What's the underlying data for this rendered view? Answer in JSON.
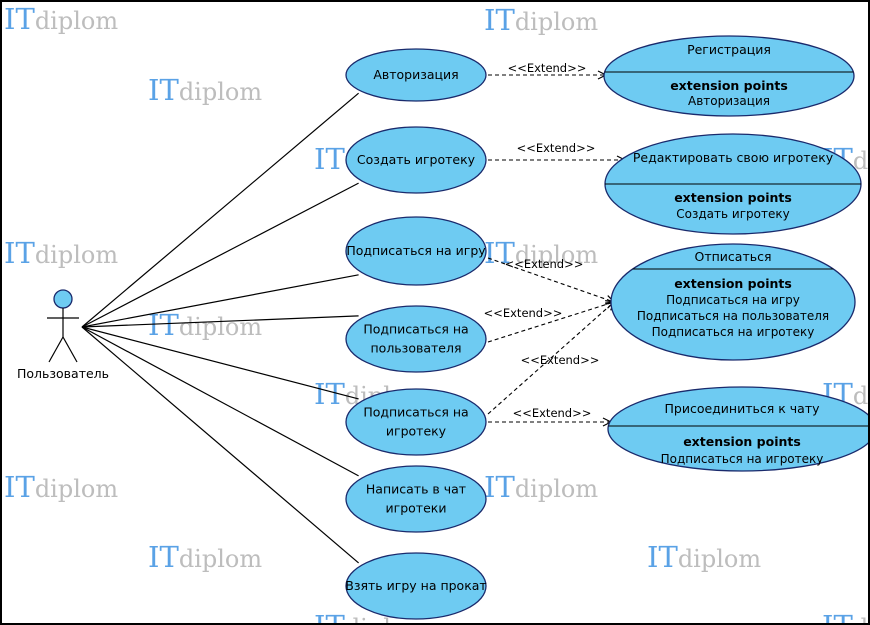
{
  "colors": {
    "usecase_fill": "#6ecbf2",
    "outline": "#1a2a6c",
    "line": "#000000",
    "watermark_it": "#5aa2e6",
    "watermark_text": "#bdbdbd",
    "background": "#ffffff"
  },
  "watermark": {
    "it": "IT",
    "rest": "diplom"
  },
  "actor": {
    "name": "Пользователь"
  },
  "use_cases": [
    {
      "id": "auth",
      "lines": [
        "Авторизация"
      ]
    },
    {
      "id": "create",
      "lines": [
        "Создать игротеку"
      ]
    },
    {
      "id": "sub_game",
      "lines": [
        "Подписаться на игру"
      ]
    },
    {
      "id": "sub_user",
      "lines": [
        "Подписаться на",
        "пользователя"
      ]
    },
    {
      "id": "sub_lib",
      "lines": [
        "Подписаться на",
        "игротеку"
      ]
    },
    {
      "id": "chat",
      "lines": [
        "Написать в чат",
        "игротеки"
      ]
    },
    {
      "id": "rent",
      "lines": [
        "Взять игру на прокат"
      ]
    }
  ],
  "extension_cases": [
    {
      "id": "reg",
      "name": "Регистрация",
      "ep_title": "extension points",
      "points": [
        "Авторизация"
      ]
    },
    {
      "id": "edit",
      "name": "Редактировать свою игротеку",
      "ep_title": "extension points",
      "points": [
        "Создать игротеку"
      ]
    },
    {
      "id": "unsub",
      "name": "Отписаться",
      "ep_title": "extension points",
      "points": [
        "Подписаться на игру",
        "Подписаться на пользователя",
        "Подписаться на игротеку"
      ]
    },
    {
      "id": "join",
      "name": "Присоединиться к чату",
      "ep_title": "extension points",
      "points": [
        "Подписаться на игротеку"
      ]
    }
  ],
  "extend_relations": [
    {
      "from": "auth",
      "to": "reg",
      "label": "<<Extend>>"
    },
    {
      "from": "create",
      "to": "edit",
      "label": "<<Extend>>"
    },
    {
      "from": "sub_game",
      "to": "unsub",
      "label": "<<Extend>>"
    },
    {
      "from": "sub_user",
      "to": "unsub",
      "label": "<<Extend>>"
    },
    {
      "from": "sub_lib",
      "to": "unsub",
      "label": "<<Extend>>"
    },
    {
      "from": "sub_lib",
      "to": "join",
      "label": "<<Extend>>"
    }
  ]
}
